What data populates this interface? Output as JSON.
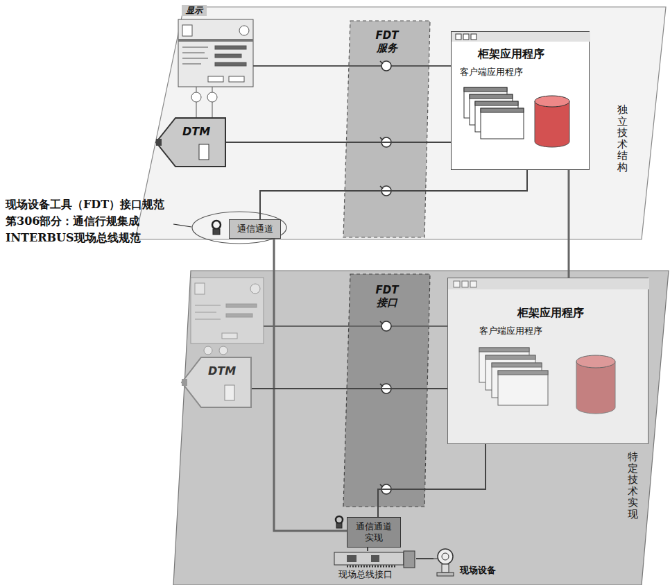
{
  "diagram": {
    "nodes": [
      {
        "text": [
          "独立技术结构"
        ]
      },
      {
        "text": [
          "FDT 服务"
        ],
        "in": 0
      },
      {
        "text": [
          "柜架应用程序",
          "客户端应用程序"
        ],
        "in": 0
      },
      {
        "text": [
          "DTM"
        ],
        "in": 0
      },
      {
        "text": [
          "通信通道"
        ],
        "in": 0
      },
      {
        "text": [
          "特定技术实现"
        ]
      },
      {
        "text": [
          "FDT 接口"
        ],
        "in": 5
      },
      {
        "text": [
          "柜架应用程序",
          "客户端应用程序"
        ],
        "in": 5
      },
      {
        "text": [
          "DTM"
        ],
        "in": 5
      },
      {
        "text": [
          "通信通道 实现"
        ],
        "in": 5
      },
      {
        "text": [
          "现场总线接口"
        ],
        "in": 5
      },
      {
        "text": [
          "现场设备"
        ],
        "in": 5
      }
    ],
    "edges": [
      {
        "from": 2,
        "to": 3,
        "arrow": "none"
      },
      {
        "from": 2,
        "to": 4,
        "arrow": "none"
      },
      {
        "from": 2,
        "to": 7,
        "arrow": "none"
      },
      {
        "from": 4,
        "to": 9,
        "arrow": "none"
      },
      {
        "from": 7,
        "to": 8,
        "arrow": "none"
      },
      {
        "from": 7,
        "to": 9,
        "arrow": "none"
      },
      {
        "from": 9,
        "to": 10,
        "arrow": "none"
      },
      {
        "from": 10,
        "to": 11,
        "arrow": "none"
      }
    ],
    "labels": [
      "显示",
      "现场设备工具（FDT）接口规范 第306部分：通信行规集成 INTERBUS现场总线规范"
    ]
  }
}
